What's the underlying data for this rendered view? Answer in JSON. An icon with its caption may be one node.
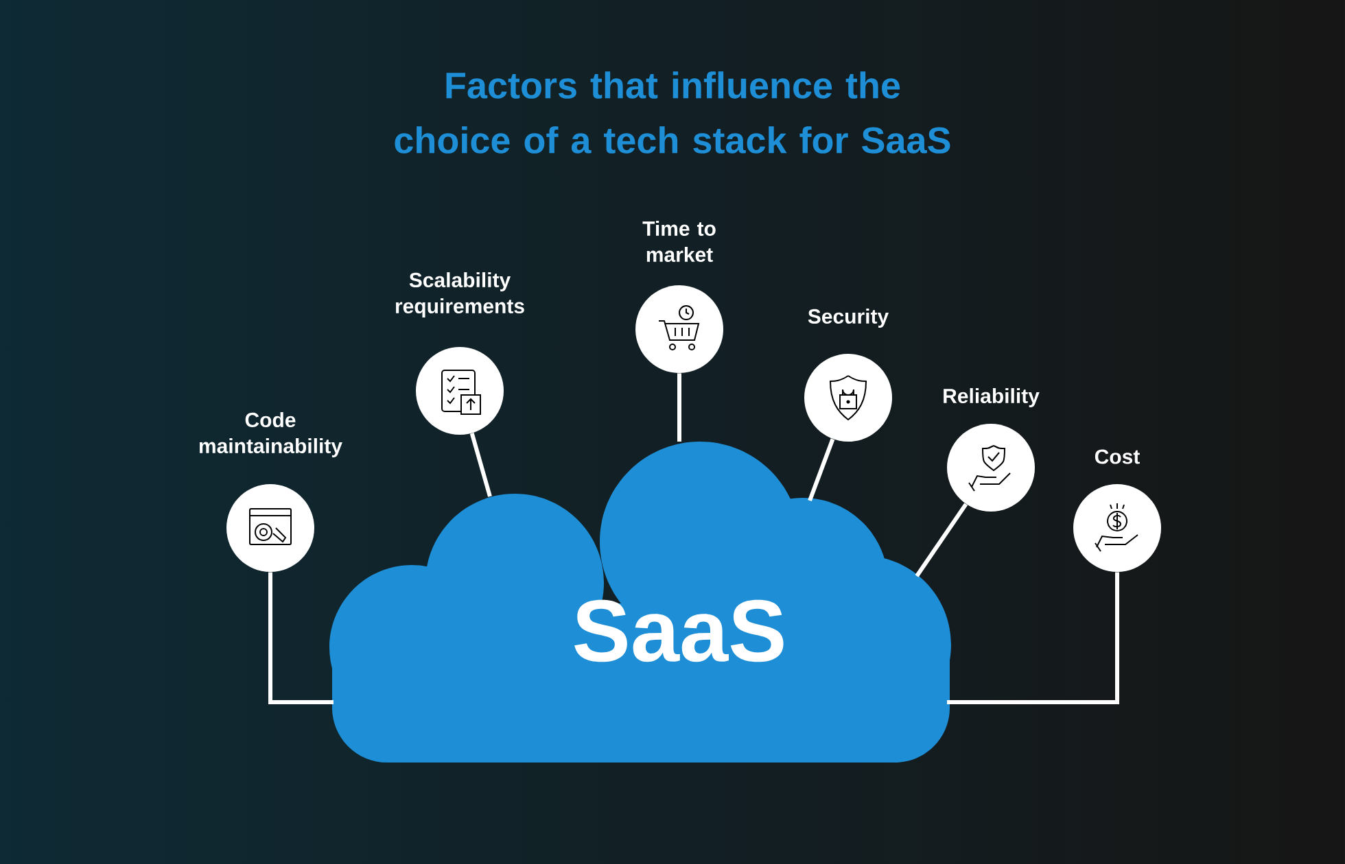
{
  "diagram": {
    "title": "Factors that influence the choice of a tech stack for SaaS",
    "nodes": [
      {
        "text": [
          "SaaS"
        ]
      },
      {
        "text": [
          "Code maintainability"
        ]
      },
      {
        "text": [
          "Scalability requirements"
        ]
      },
      {
        "text": [
          "Time to market"
        ]
      },
      {
        "text": [
          "Security"
        ]
      },
      {
        "text": [
          "Reliability"
        ]
      },
      {
        "text": [
          "Cost"
        ]
      }
    ],
    "edges": [
      {
        "from": 1,
        "to": 0,
        "arrow": "none"
      },
      {
        "from": 2,
        "to": 0,
        "arrow": "none"
      },
      {
        "from": 3,
        "to": 0,
        "arrow": "none"
      },
      {
        "from": 4,
        "to": 0,
        "arrow": "none"
      },
      {
        "from": 5,
        "to": 0,
        "arrow": "none"
      },
      {
        "from": 6,
        "to": 0,
        "arrow": "none"
      }
    ]
  }
}
